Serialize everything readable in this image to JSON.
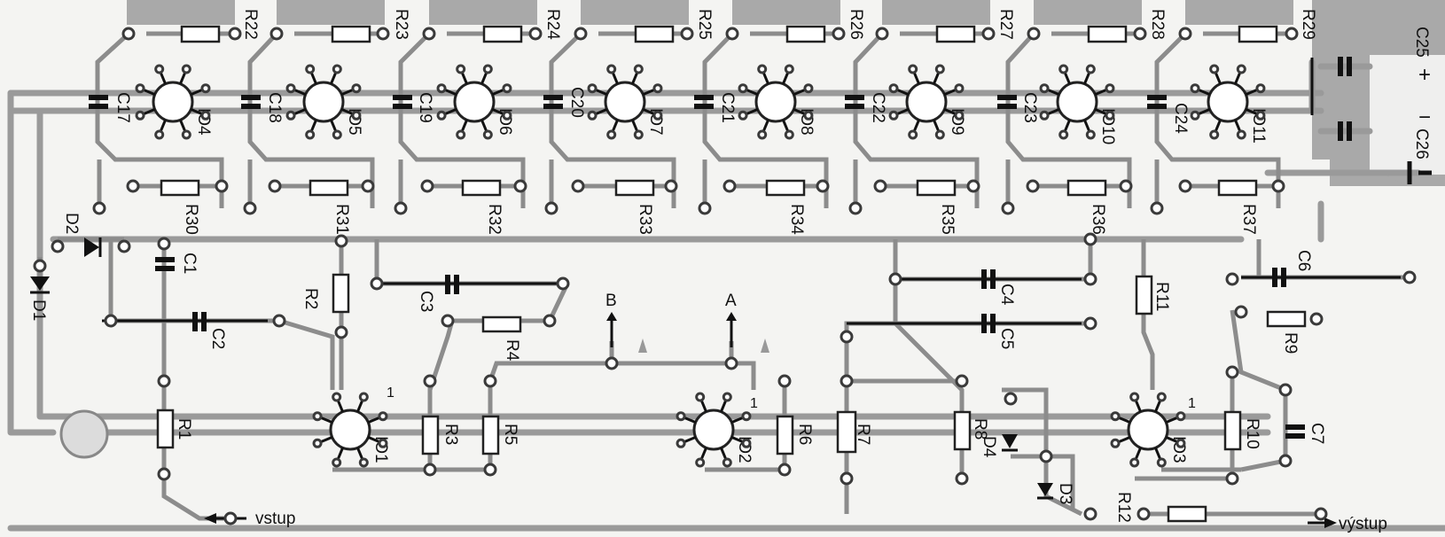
{
  "diagram": {
    "resistors": [
      "R1",
      "R2",
      "R3",
      "R4",
      "R5",
      "R6",
      "R7",
      "R8",
      "R9",
      "R10",
      "R11",
      "R12",
      "R22",
      "R23",
      "R24",
      "R25",
      "R26",
      "R27",
      "R28",
      "R29",
      "R30",
      "R31",
      "R32",
      "R33",
      "R34",
      "R35",
      "R36",
      "R37"
    ],
    "capacitors": [
      "C1",
      "C2",
      "C3",
      "C4",
      "C5",
      "C6",
      "C7",
      "C17",
      "C18",
      "C19",
      "C20",
      "C21",
      "C22",
      "C23",
      "C24",
      "C25",
      "C26"
    ],
    "diodes": [
      "D1",
      "D2",
      "D3",
      "D4"
    ],
    "ics": [
      "IO1",
      "IO2",
      "IO3",
      "IO4",
      "IO5",
      "IO6",
      "IO7",
      "IO8",
      "IO9",
      "IO10",
      "IO11"
    ],
    "pin1_label": "1",
    "points": {
      "a": "A",
      "b": "B"
    },
    "input_label": "vstup",
    "output_label": "výstup",
    "supply_plus": "+",
    "supply_minus": "−"
  }
}
